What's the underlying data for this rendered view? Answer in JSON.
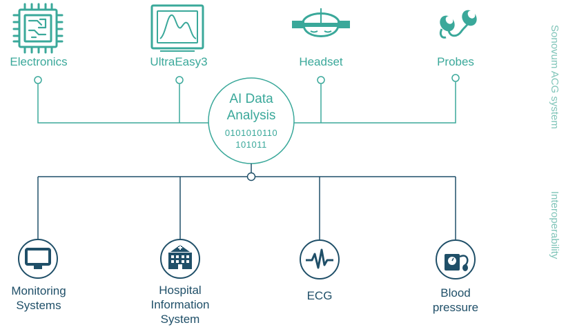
{
  "top_nodes": [
    {
      "label": "Electronics",
      "icon": "circuit-chip-icon"
    },
    {
      "label": "UltraEasy3",
      "icon": "monitor-waveform-icon"
    },
    {
      "label": "Headset",
      "icon": "headset-icon"
    },
    {
      "label": "Probes",
      "icon": "probes-icon"
    }
  ],
  "center": {
    "title_line1": "AI Data",
    "title_line2": "Analysis",
    "binary_line1": "0101010110",
    "binary_line2": "101011"
  },
  "bottom_nodes": [
    {
      "line1": "Monitoring",
      "line2": "Systems",
      "icon": "monitor-icon"
    },
    {
      "line1": "Hospital",
      "line2": "Information",
      "line3": "System",
      "icon": "hospital-icon"
    },
    {
      "line1": "ECG",
      "icon": "ecg-icon"
    },
    {
      "line1": "Blood",
      "line2": "pressure",
      "icon": "blood-pressure-icon"
    }
  ],
  "side_labels": {
    "top": "Sonovum ACG system",
    "bottom": "Interoperability"
  },
  "colors": {
    "teal": "#3aa89a",
    "dark_blue": "#1f4f68",
    "light_teal": "#7fc4b8"
  }
}
